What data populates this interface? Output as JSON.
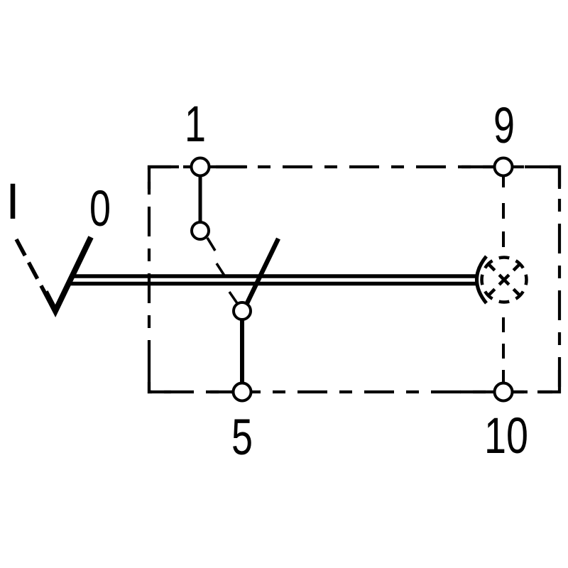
{
  "diagram": {
    "kind": "rocker-switch-wiring-schematic",
    "colors": {
      "line": "#000000",
      "background": "#ffffff"
    },
    "terminals": {
      "top_left": "1",
      "top_right": "9",
      "bottom_left": "5",
      "bottom_right": "10"
    },
    "positions": {
      "off": "0",
      "on": "I"
    },
    "symbols": [
      "switch-housing-dashdot-outline",
      "actuator-lever-position-0-solid",
      "actuator-lever-position-I-dashed",
      "mechanical-coupling-double-bar",
      "contact-node-circles",
      "illumination-lamp-dashed-circle-x"
    ]
  }
}
